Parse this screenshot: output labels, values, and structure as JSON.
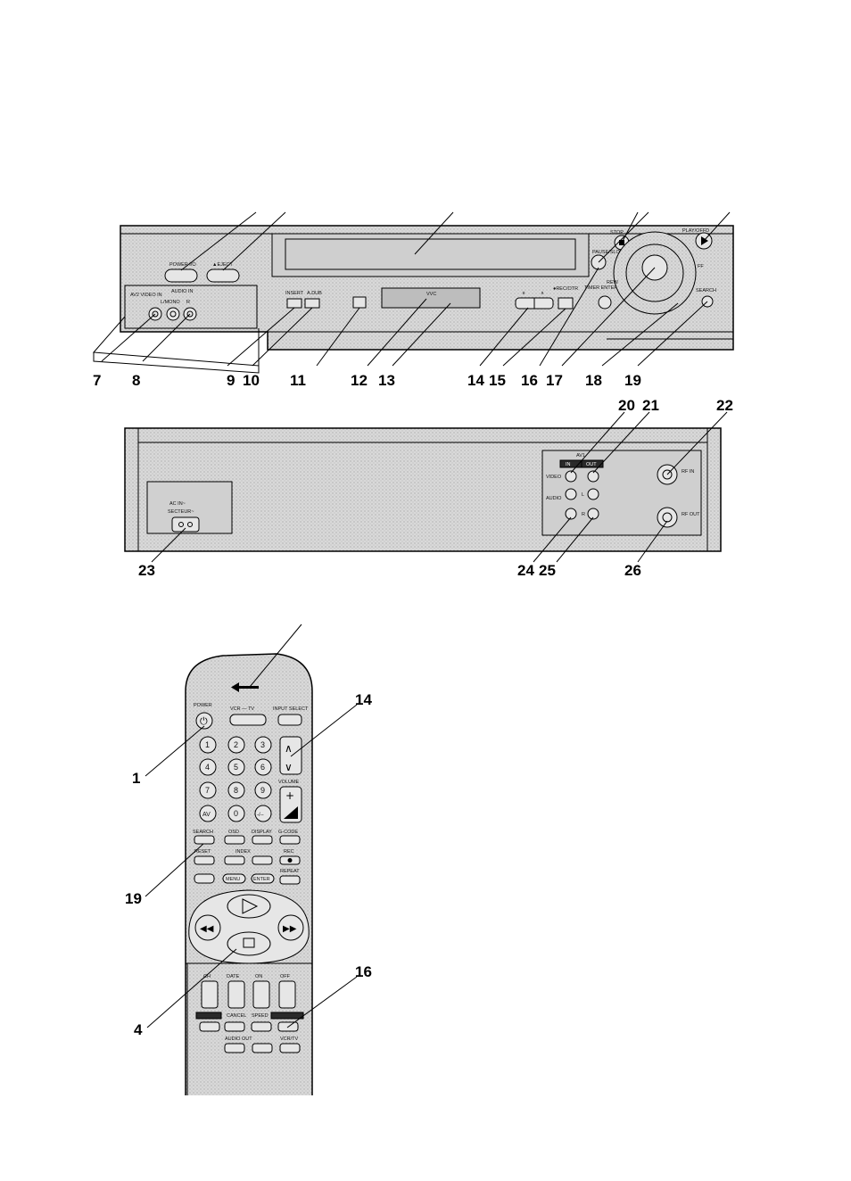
{
  "front_panel": {
    "labels": {
      "power": "POWER I/⏻",
      "eject": "▲EJECT",
      "stop": "STOP",
      "play": "PLAY/OFFD",
      "pause": "PAUSE/SLOW",
      "rew": "REW",
      "ff": "FF",
      "insert": "INSERT",
      "adub": "A.DUB",
      "vvc": "VVC",
      "rec": "●REC/OTR",
      "timer": "TIMER ENTER",
      "search": "SEARCH",
      "av2": "AV2 VIDEO IN",
      "audio": "AUDIO IN",
      "lmono": "L/MONO",
      "r": "R"
    },
    "callouts": [
      "7",
      "8",
      "9",
      "10",
      "11",
      "12",
      "13",
      "14",
      "15",
      "16",
      "17",
      "18",
      "19"
    ]
  },
  "rear_panel": {
    "labels": {
      "ac": "AC IN~",
      "secteur": "SECTEUR~",
      "av1": "AV1",
      "in": "IN",
      "out": "OUT",
      "video": "VIDEO",
      "audio": "AUDIO",
      "l": "L",
      "r": "R",
      "rfin": "RF IN",
      "rfout": "RF OUT"
    },
    "callouts_top": [
      "20",
      "21",
      "22"
    ],
    "callouts_bottom": [
      "23",
      "24",
      "25",
      "26"
    ]
  },
  "remote": {
    "labels": {
      "power": "POWER",
      "vcr_tv": "VCR — TV",
      "input_select": "INPUT SELECT",
      "volume": "VOLUME",
      "search": "SEARCH",
      "osd": "OSD",
      "display": "DISPLAY",
      "gcode": "G-CODE",
      "reset": "RESET",
      "index": "INDEX",
      "rec": "REC",
      "menu": "MENU",
      "enter": "ENTER",
      "repeat": "REPEAT",
      "ch": "CH",
      "date": "DATE",
      "on": "ON",
      "off": "OFF",
      "cancel": "CANCEL",
      "speed": "SPEED",
      "audio_out": "AUDIO OUT",
      "vcr_tv2": "VCR/TV"
    },
    "keys": [
      "1",
      "2",
      "3",
      "4",
      "5",
      "6",
      "7",
      "8",
      "9",
      "AV",
      "0",
      "-/--"
    ],
    "callouts": [
      "14",
      "1",
      "19",
      "16",
      "4"
    ]
  }
}
